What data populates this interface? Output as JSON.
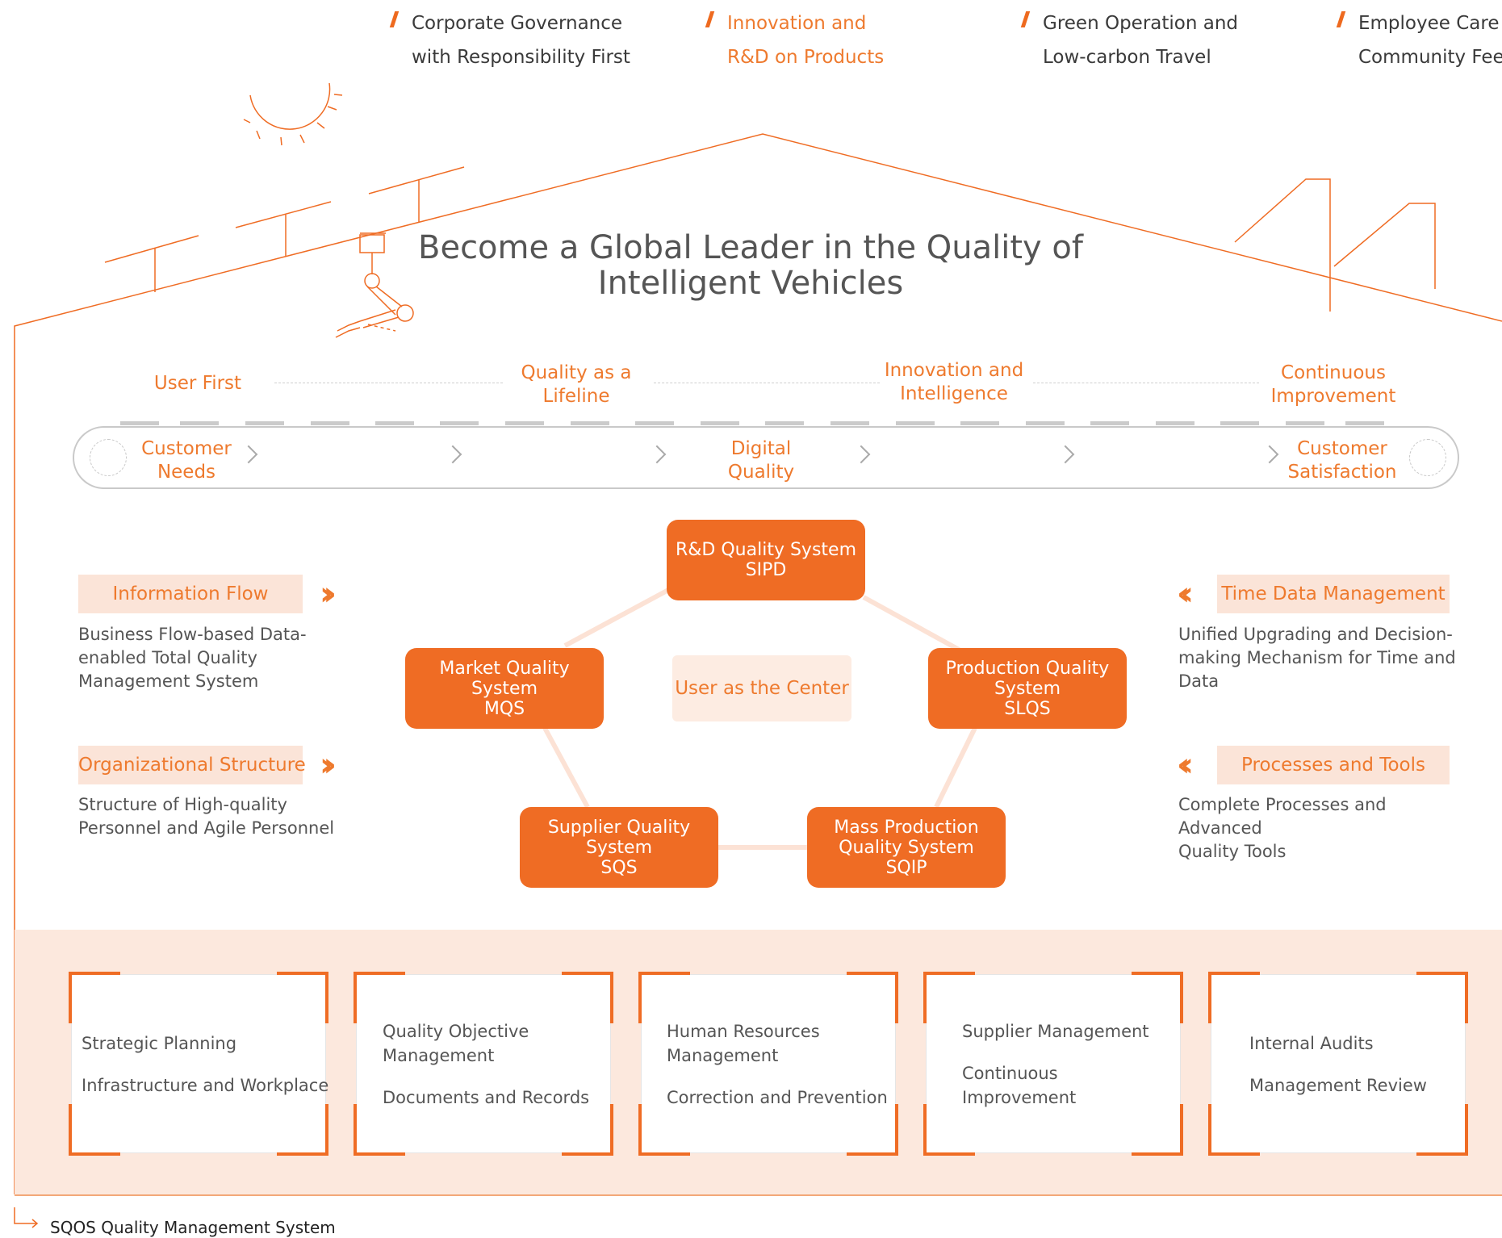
{
  "nav": {
    "items": [
      {
        "label_1": "Corporate Governance",
        "label_2": "with Responsibility First",
        "active": false
      },
      {
        "label_1": "Innovation and",
        "label_2": "R&D on Products",
        "active": true
      },
      {
        "label_1": "Green Operation and",
        "label_2": "Low-carbon Travel",
        "active": false
      },
      {
        "label_1": "Employee Care a",
        "label_2": "Community Feed",
        "active": false
      }
    ]
  },
  "title": {
    "line1": "Become a Global Leader in the Quality of",
    "line2": "Intelligent Vehicles"
  },
  "values": [
    {
      "line1": "User First",
      "line2": ""
    },
    {
      "line1": "Quality as a",
      "line2": "Lifeline"
    },
    {
      "line1": "Innovation and",
      "line2": "Intelligence"
    },
    {
      "line1": "Continuous",
      "line2": "Improvement"
    }
  ],
  "belt": {
    "left": {
      "line1": "Customer",
      "line2": "Needs"
    },
    "middle": {
      "line1": "Digital",
      "line2": "Quality"
    },
    "right": {
      "line1": "Customer",
      "line2": "Satisfaction"
    }
  },
  "left_panel": {
    "info_flow": {
      "tag": "Information Flow",
      "desc": [
        "Business Flow-based Data-",
        "enabled Total Quality",
        "Management System"
      ]
    },
    "org": {
      "tag": "Organizational Structure",
      "desc": [
        "Structure of High-quality",
        "Personnel and Agile Personnel"
      ]
    }
  },
  "right_panel": {
    "time_data": {
      "tag": "Time Data Management",
      "desc": [
        "Unified Upgrading and Decision-",
        "making Mechanism for Time and",
        "Data"
      ]
    },
    "processes": {
      "tag": "Processes and Tools",
      "desc": [
        "Complete Processes and Advanced",
        "Quality Tools"
      ]
    }
  },
  "systems": {
    "rd": {
      "l1": "R&D Quality System",
      "l2": "SIPD",
      "l3": ""
    },
    "market": {
      "l1": "Market Quality",
      "l2": "System",
      "l3": "MQS"
    },
    "production": {
      "l1": "Production Quality",
      "l2": "System",
      "l3": "SLQS"
    },
    "supplier": {
      "l1": "Supplier Quality",
      "l2": "System",
      "l3": "SQS"
    },
    "mass": {
      "l1": "Mass Production",
      "l2": "Quality System",
      "l3": "SQIP"
    },
    "center": "User as the Center"
  },
  "cards": [
    {
      "a": "Strategic Planning",
      "b": "Infrastructure and Workplace"
    },
    {
      "a1": "Quality Objective",
      "a2": "Management",
      "b": "Documents and Records"
    },
    {
      "a1": "Human Resources",
      "a2": "Management",
      "b": "Correction and Prevention"
    },
    {
      "a": "Supplier Management",
      "b1": "Continuous",
      "b2": "Improvement"
    },
    {
      "a": "Internal Audits",
      "b": "Management Review"
    }
  ],
  "caption": "SQOS Quality Management System",
  "colors": {
    "accent": "#ef6c24",
    "accent_light": "#fce8dd",
    "text": "#555555"
  }
}
